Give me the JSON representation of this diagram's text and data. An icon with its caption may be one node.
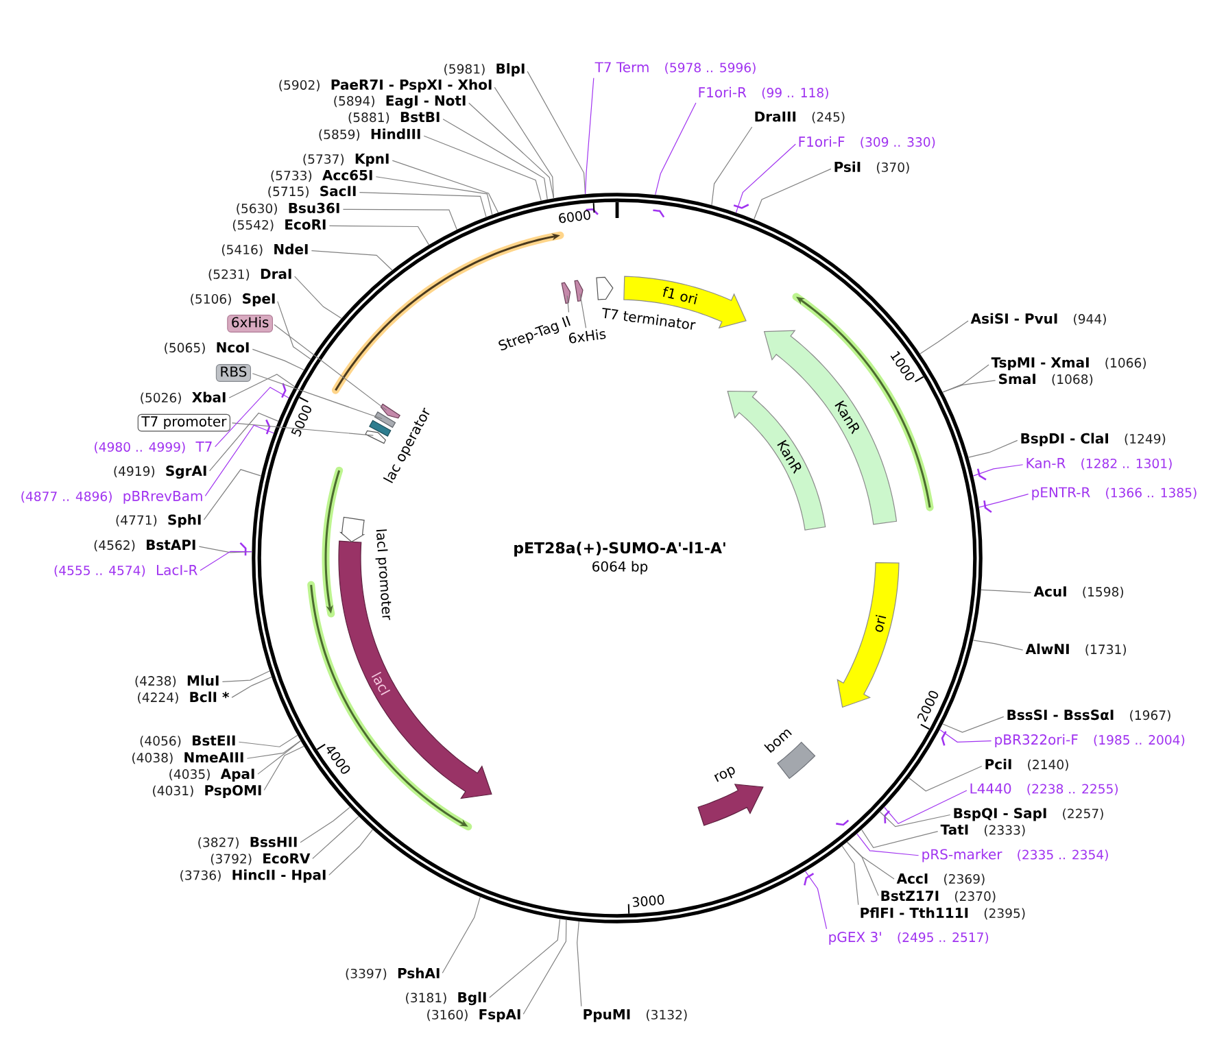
{
  "diagram": {
    "title": "pET28a(+)-SUMO-A'-l1-A'",
    "nodes": [
      {
        "text": [],
        "shape": "circle"
      },
      {
        "text": [
          "f1 ori"
        ],
        "in": 0
      },
      {
        "text": [
          "T7 terminator"
        ],
        "in": 0
      },
      {
        "text": [
          "Strep-Tag II"
        ],
        "in": 0
      },
      {
        "text": [],
        "shape": "arrow",
        "in": 0
      },
      {
        "text": [
          "6xHis"
        ],
        "in": 0
      },
      {
        "text": [],
        "shape": "arrow",
        "in": 0
      },
      {
        "text": [
          "KanR"
        ],
        "in": 0
      },
      {
        "text": [
          "KanR"
        ],
        "in": 0
      },
      {
        "text": [
          "ori"
        ],
        "in": 0
      },
      {
        "text": [
          "bom"
        ],
        "in": 0
      },
      {
        "text": [
          "rop"
        ],
        "in": 0
      },
      {
        "text": [
          "lacI"
        ],
        "in": 0
      },
      {
        "text": [
          "lacI promoter"
        ],
        "in": 0
      },
      {
        "text": [
          "lac operator"
        ],
        "in": 0
      },
      {
        "text": [],
        "shape": "arrow",
        "in": 0
      },
      {
        "text": [],
        "shape": "box",
        "in": 0
      },
      {
        "text": [],
        "shape": "arrow",
        "in": 0
      },
      {
        "text": [
          "BlpI"
        ],
        "beside": [
          "(5981)"
        ]
      },
      {
        "text": [
          "PaeR7I - PspXI - XhoI"
        ],
        "beside": [
          "(5902)"
        ]
      },
      {
        "text": [
          "EagI - NotI"
        ],
        "beside": [
          "(5894)"
        ]
      },
      {
        "text": [
          "BstBI"
        ],
        "beside": [
          "(5881)"
        ]
      },
      {
        "text": [
          "HindIII"
        ],
        "beside": [
          "(5859)"
        ]
      },
      {
        "text": [
          "KpnI"
        ],
        "beside": [
          "(5737)"
        ]
      },
      {
        "text": [
          "Acc65I"
        ],
        "beside": [
          "(5733)"
        ]
      },
      {
        "text": [
          "SacII"
        ],
        "beside": [
          "(5715)"
        ]
      },
      {
        "text": [
          "Bsu36I"
        ],
        "beside": [
          "(5630)"
        ]
      },
      {
        "text": [
          "EcoRI"
        ],
        "beside": [
          "(5542)"
        ]
      },
      {
        "text": [
          "NdeI"
        ],
        "beside": [
          "(5416)"
        ]
      },
      {
        "text": [
          "DraI"
        ],
        "beside": [
          "(5231)"
        ]
      },
      {
        "text": [
          "SpeI"
        ],
        "beside": [
          "(5106)"
        ]
      },
      {
        "text": [
          "6xHis"
        ]
      },
      {
        "text": [
          "NcoI"
        ],
        "beside": [
          "(5065)"
        ]
      },
      {
        "text": [
          "RBS"
        ]
      },
      {
        "text": [
          "XbaI"
        ],
        "beside": [
          "(5026)"
        ]
      },
      {
        "text": [
          "T7 promoter"
        ]
      },
      {
        "text": [
          "T7"
        ],
        "beside": [
          "(4980 .. 4999)"
        ]
      },
      {
        "text": [
          "SgrAI"
        ],
        "beside": [
          "(4919)"
        ]
      },
      {
        "text": [
          "pBRrevBam"
        ],
        "beside": [
          "(4877 .. 4896)"
        ]
      },
      {
        "text": [
          "SphI"
        ],
        "beside": [
          "(4771)"
        ]
      },
      {
        "text": [
          "BstAPI"
        ],
        "beside": [
          "(4562)"
        ]
      },
      {
        "text": [
          "LacI-R"
        ],
        "beside": [
          "(4555 .. 4574)"
        ]
      },
      {
        "text": [
          "MluI"
        ],
        "beside": [
          "(4238)"
        ]
      },
      {
        "text": [
          "BclI *"
        ],
        "beside": [
          "(4224)"
        ]
      },
      {
        "text": [
          "BstEII"
        ],
        "beside": [
          "(4056)"
        ]
      },
      {
        "text": [
          "NmeAIII"
        ],
        "beside": [
          "(4038)"
        ]
      },
      {
        "text": [
          "ApaI"
        ],
        "beside": [
          "(4035)"
        ]
      },
      {
        "text": [
          "PspOMI"
        ],
        "beside": [
          "(4031)"
        ]
      },
      {
        "text": [
          "BssHII"
        ],
        "beside": [
          "(3827)"
        ]
      },
      {
        "text": [
          "EcoRV"
        ],
        "beside": [
          "(3792)"
        ]
      },
      {
        "text": [
          "HincII - HpaI"
        ],
        "beside": [
          "(3736)"
        ]
      },
      {
        "text": [
          "PshAI"
        ],
        "beside": [
          "(3397)"
        ]
      },
      {
        "text": [
          "BglI"
        ],
        "beside": [
          "(3181)"
        ]
      },
      {
        "text": [
          "FspAI"
        ],
        "beside": [
          "(3160)"
        ]
      },
      {
        "text": [
          "PpuMI"
        ],
        "beside": [
          "(3132)"
        ]
      },
      {
        "text": [
          "T7 Term"
        ],
        "beside": [
          "(5978 .. 5996)"
        ]
      },
      {
        "text": [
          "F1ori-R"
        ],
        "beside": [
          "(99 .. 118)"
        ]
      },
      {
        "text": [
          "DraIII"
        ],
        "beside": [
          "(245)"
        ]
      },
      {
        "text": [
          "F1ori-F"
        ],
        "beside": [
          "(309 .. 330)"
        ]
      },
      {
        "text": [
          "PsiI"
        ],
        "beside": [
          "(370)"
        ]
      },
      {
        "text": [
          "AsiSI - PvuI"
        ],
        "beside": [
          "(944)"
        ]
      },
      {
        "text": [
          "TspMI - XmaI"
        ],
        "beside": [
          "(1066)"
        ]
      },
      {
        "text": [
          "SmaI"
        ],
        "beside": [
          "(1068)"
        ]
      },
      {
        "text": [
          "BspDI - ClaI"
        ],
        "beside": [
          "(1249)"
        ]
      },
      {
        "text": [
          "Kan-R"
        ],
        "beside": [
          "(1282 .. 1301)"
        ]
      },
      {
        "text": [
          "pENTR-R"
        ],
        "beside": [
          "(1366 .. 1385)"
        ]
      },
      {
        "text": [
          "AcuI"
        ],
        "beside": [
          "(1598)"
        ]
      },
      {
        "text": [
          "AlwNI"
        ],
        "beside": [
          "(1731)"
        ]
      },
      {
        "text": [
          "BssSI - BssSαI"
        ],
        "beside": [
          "(1967)"
        ]
      },
      {
        "text": [
          "pBR322ori-F"
        ],
        "beside": [
          "(1985 .. 2004)"
        ]
      },
      {
        "text": [
          "PciI"
        ],
        "beside": [
          "(2140)"
        ]
      },
      {
        "text": [
          "L4440"
        ],
        "beside": [
          "(2238 .. 2255)"
        ]
      },
      {
        "text": [
          "BspQI - SapI"
        ],
        "beside": [
          "(2257)"
        ]
      },
      {
        "text": [
          "TatI"
        ],
        "beside": [
          "(2333)"
        ]
      },
      {
        "text": [
          "pRS-marker"
        ],
        "beside": [
          "(2335 .. 2354)"
        ]
      },
      {
        "text": [
          "AccI"
        ],
        "beside": [
          "(2369)"
        ]
      },
      {
        "text": [
          "BstZ17I"
        ],
        "beside": [
          "(2370)"
        ]
      },
      {
        "text": [
          "PflFI - Tth111I"
        ],
        "beside": [
          "(2395)"
        ]
      },
      {
        "text": [
          "pGEX 3'"
        ],
        "beside": [
          "(2495 .. 2517)"
        ]
      }
    ],
    "edges": [
      {
        "from": 3,
        "to": 4,
        "arrow": "none"
      },
      {
        "from": 5,
        "to": 6,
        "arrow": "none"
      },
      {
        "from": 31,
        "to": 15,
        "arrow": "none"
      },
      {
        "from": 33,
        "to": 16,
        "arrow": "none"
      },
      {
        "from": 35,
        "to": 17,
        "arrow": "none"
      },
      {
        "from": 18,
        "to": 0,
        "arrow": "none"
      },
      {
        "from": 19,
        "to": 0,
        "arrow": "none"
      },
      {
        "from": 20,
        "to": 0,
        "arrow": "none"
      },
      {
        "from": 21,
        "to": 0,
        "arrow": "none"
      },
      {
        "from": 22,
        "to": 0,
        "arrow": "none"
      },
      {
        "from": 23,
        "to": 0,
        "arrow": "none"
      },
      {
        "from": 24,
        "to": 0,
        "arrow": "none"
      },
      {
        "from": 25,
        "to": 0,
        "arrow": "none"
      },
      {
        "from": 26,
        "to": 0,
        "arrow": "none"
      },
      {
        "from": 27,
        "to": 0,
        "arrow": "none"
      },
      {
        "from": 28,
        "to": 0,
        "arrow": "none"
      },
      {
        "from": 29,
        "to": 0,
        "arrow": "none"
      },
      {
        "from": 30,
        "to": 0,
        "arrow": "none"
      },
      {
        "from": 32,
        "to": 0,
        "arrow": "none"
      },
      {
        "from": 34,
        "to": 0,
        "arrow": "none"
      },
      {
        "from": 36,
        "to": 0,
        "arrow": "none",
        "color": "#a033f0"
      },
      {
        "from": 37,
        "to": 0,
        "arrow": "none"
      },
      {
        "from": 38,
        "to": 0,
        "arrow": "none",
        "color": "#a033f0"
      },
      {
        "from": 39,
        "to": 0,
        "arrow": "none"
      },
      {
        "from": 40,
        "to": 0,
        "arrow": "none"
      },
      {
        "from": 41,
        "to": 0,
        "arrow": "none",
        "color": "#a033f0"
      },
      {
        "from": 42,
        "to": 0,
        "arrow": "none"
      },
      {
        "from": 43,
        "to": 0,
        "arrow": "none"
      },
      {
        "from": 44,
        "to": 0,
        "arrow": "none"
      },
      {
        "from": 45,
        "to": 0,
        "arrow": "none"
      },
      {
        "from": 46,
        "to": 0,
        "arrow": "none"
      },
      {
        "from": 47,
        "to": 0,
        "arrow": "none"
      },
      {
        "from": 48,
        "to": 0,
        "arrow": "none"
      },
      {
        "from": 49,
        "to": 0,
        "arrow": "none"
      },
      {
        "from": 50,
        "to": 0,
        "arrow": "none"
      },
      {
        "from": 51,
        "to": 0,
        "arrow": "none"
      },
      {
        "from": 52,
        "to": 0,
        "arrow": "none"
      },
      {
        "from": 53,
        "to": 0,
        "arrow": "none"
      },
      {
        "from": 54,
        "to": 0,
        "arrow": "none"
      },
      {
        "from": 55,
        "to": 0,
        "arrow": "none",
        "color": "#a033f0"
      },
      {
        "from": 56,
        "to": 0,
        "arrow": "none",
        "color": "#a033f0"
      },
      {
        "from": 57,
        "to": 0,
        "arrow": "none"
      },
      {
        "from": 58,
        "to": 0,
        "arrow": "none",
        "color": "#a033f0"
      },
      {
        "from": 59,
        "to": 0,
        "arrow": "none"
      },
      {
        "from": 60,
        "to": 0,
        "arrow": "none"
      },
      {
        "from": 61,
        "to": 0,
        "arrow": "none"
      },
      {
        "from": 62,
        "to": 0,
        "arrow": "none"
      },
      {
        "from": 63,
        "to": 0,
        "arrow": "none"
      },
      {
        "from": 64,
        "to": 0,
        "arrow": "none",
        "color": "#a033f0"
      },
      {
        "from": 65,
        "to": 0,
        "arrow": "none",
        "color": "#a033f0"
      },
      {
        "from": 66,
        "to": 0,
        "arrow": "none"
      },
      {
        "from": 67,
        "to": 0,
        "arrow": "none"
      },
      {
        "from": 68,
        "to": 0,
        "arrow": "none"
      },
      {
        "from": 69,
        "to": 0,
        "arrow": "none",
        "color": "#a033f0"
      },
      {
        "from": 70,
        "to": 0,
        "arrow": "none"
      },
      {
        "from": 71,
        "to": 0,
        "arrow": "none",
        "color": "#a033f0"
      },
      {
        "from": 72,
        "to": 0,
        "arrow": "none"
      },
      {
        "from": 73,
        "to": 0,
        "arrow": "none"
      },
      {
        "from": 74,
        "to": 0,
        "arrow": "none",
        "color": "#a033f0"
      },
      {
        "from": 75,
        "to": 0,
        "arrow": "none"
      },
      {
        "from": 76,
        "to": 0,
        "arrow": "none"
      },
      {
        "from": 77,
        "to": 0,
        "arrow": "none"
      },
      {
        "from": 78,
        "to": 0,
        "arrow": "none",
        "color": "#a033f0"
      }
    ],
    "labels": [
      "6064 bp",
      "1000",
      "2000",
      "3000",
      "4000",
      "5000",
      "6000"
    ]
  }
}
